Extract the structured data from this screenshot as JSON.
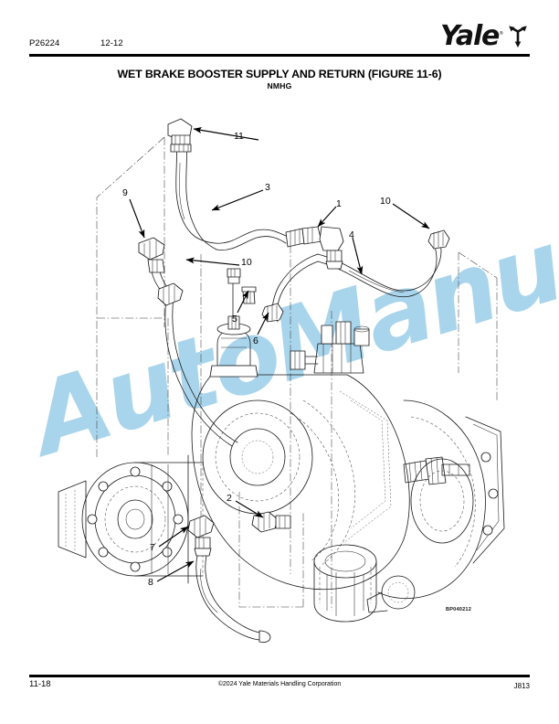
{
  "header": {
    "doc_number": "P26224",
    "revision": "12-12",
    "brand": "Yale",
    "brand_mark": "registered-mark",
    "logo_icon": "yale-trident-icon"
  },
  "title": {
    "main": "WET BRAKE BOOSTER SUPPLY AND RETURN (FIGURE 11-6)",
    "sub": "NMHG"
  },
  "figure": {
    "code": "BP040212",
    "watermark": "AutoManual",
    "watermark_color": "#a9d5ec",
    "callouts": [
      {
        "id": "c11",
        "label": "11"
      },
      {
        "id": "c9",
        "label": "9"
      },
      {
        "id": "c3",
        "label": "3"
      },
      {
        "id": "c10a",
        "label": "10"
      },
      {
        "id": "c1",
        "label": "1"
      },
      {
        "id": "c10b",
        "label": "10"
      },
      {
        "id": "c5",
        "label": "5"
      },
      {
        "id": "c4",
        "label": "4"
      },
      {
        "id": "c6",
        "label": "6"
      },
      {
        "id": "c2",
        "label": "2"
      },
      {
        "id": "c7",
        "label": "7"
      },
      {
        "id": "c8",
        "label": "8"
      }
    ]
  },
  "footer": {
    "page_number": "11-18",
    "copyright": "©2024 Yale Materials Handling Corporation",
    "code": "J813"
  }
}
